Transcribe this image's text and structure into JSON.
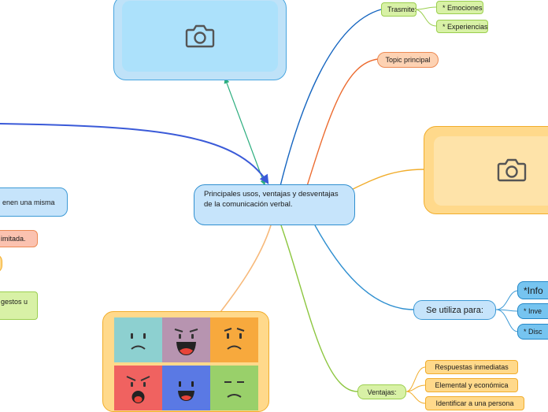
{
  "central": {
    "text": "Principales usos, ventajas y desventajas de la comunicación verbal."
  },
  "branches": {
    "trasmite": {
      "label": "Trasmite:",
      "items": [
        "* Emociones.",
        "* Experiencias."
      ]
    },
    "topic": {
      "label": "Topic principal"
    },
    "utiliza": {
      "label": "Se utiliza para:",
      "items": [
        "*Info",
        "* Inve",
        "* Disc"
      ]
    },
    "ventajas": {
      "label": "Ventajas:",
      "items": [
        "Respuestas inmediatas",
        "Elemental y económica",
        "Identificar a una persona"
      ]
    }
  },
  "left_nodes": {
    "blue": "enen una misma",
    "salmon": "imitada.",
    "green": "gestos u"
  },
  "images": {
    "top_photo": "camera-icon",
    "right_photo": "camera-icon",
    "faces": "emoji-faces"
  },
  "colors": {
    "blue": "#2f8fd0",
    "orange": "#ec6b2f",
    "yellow": "#f1ad2c",
    "green": "#8cc63f",
    "lightblue": "#3d9ad6",
    "salmon": "#fba78f",
    "teal": "#2dae7f",
    "faces": [
      "#8dd0d0",
      "#b794b0",
      "#f7a93d",
      "#f06260",
      "#5a79e4",
      "#99d06a"
    ]
  }
}
